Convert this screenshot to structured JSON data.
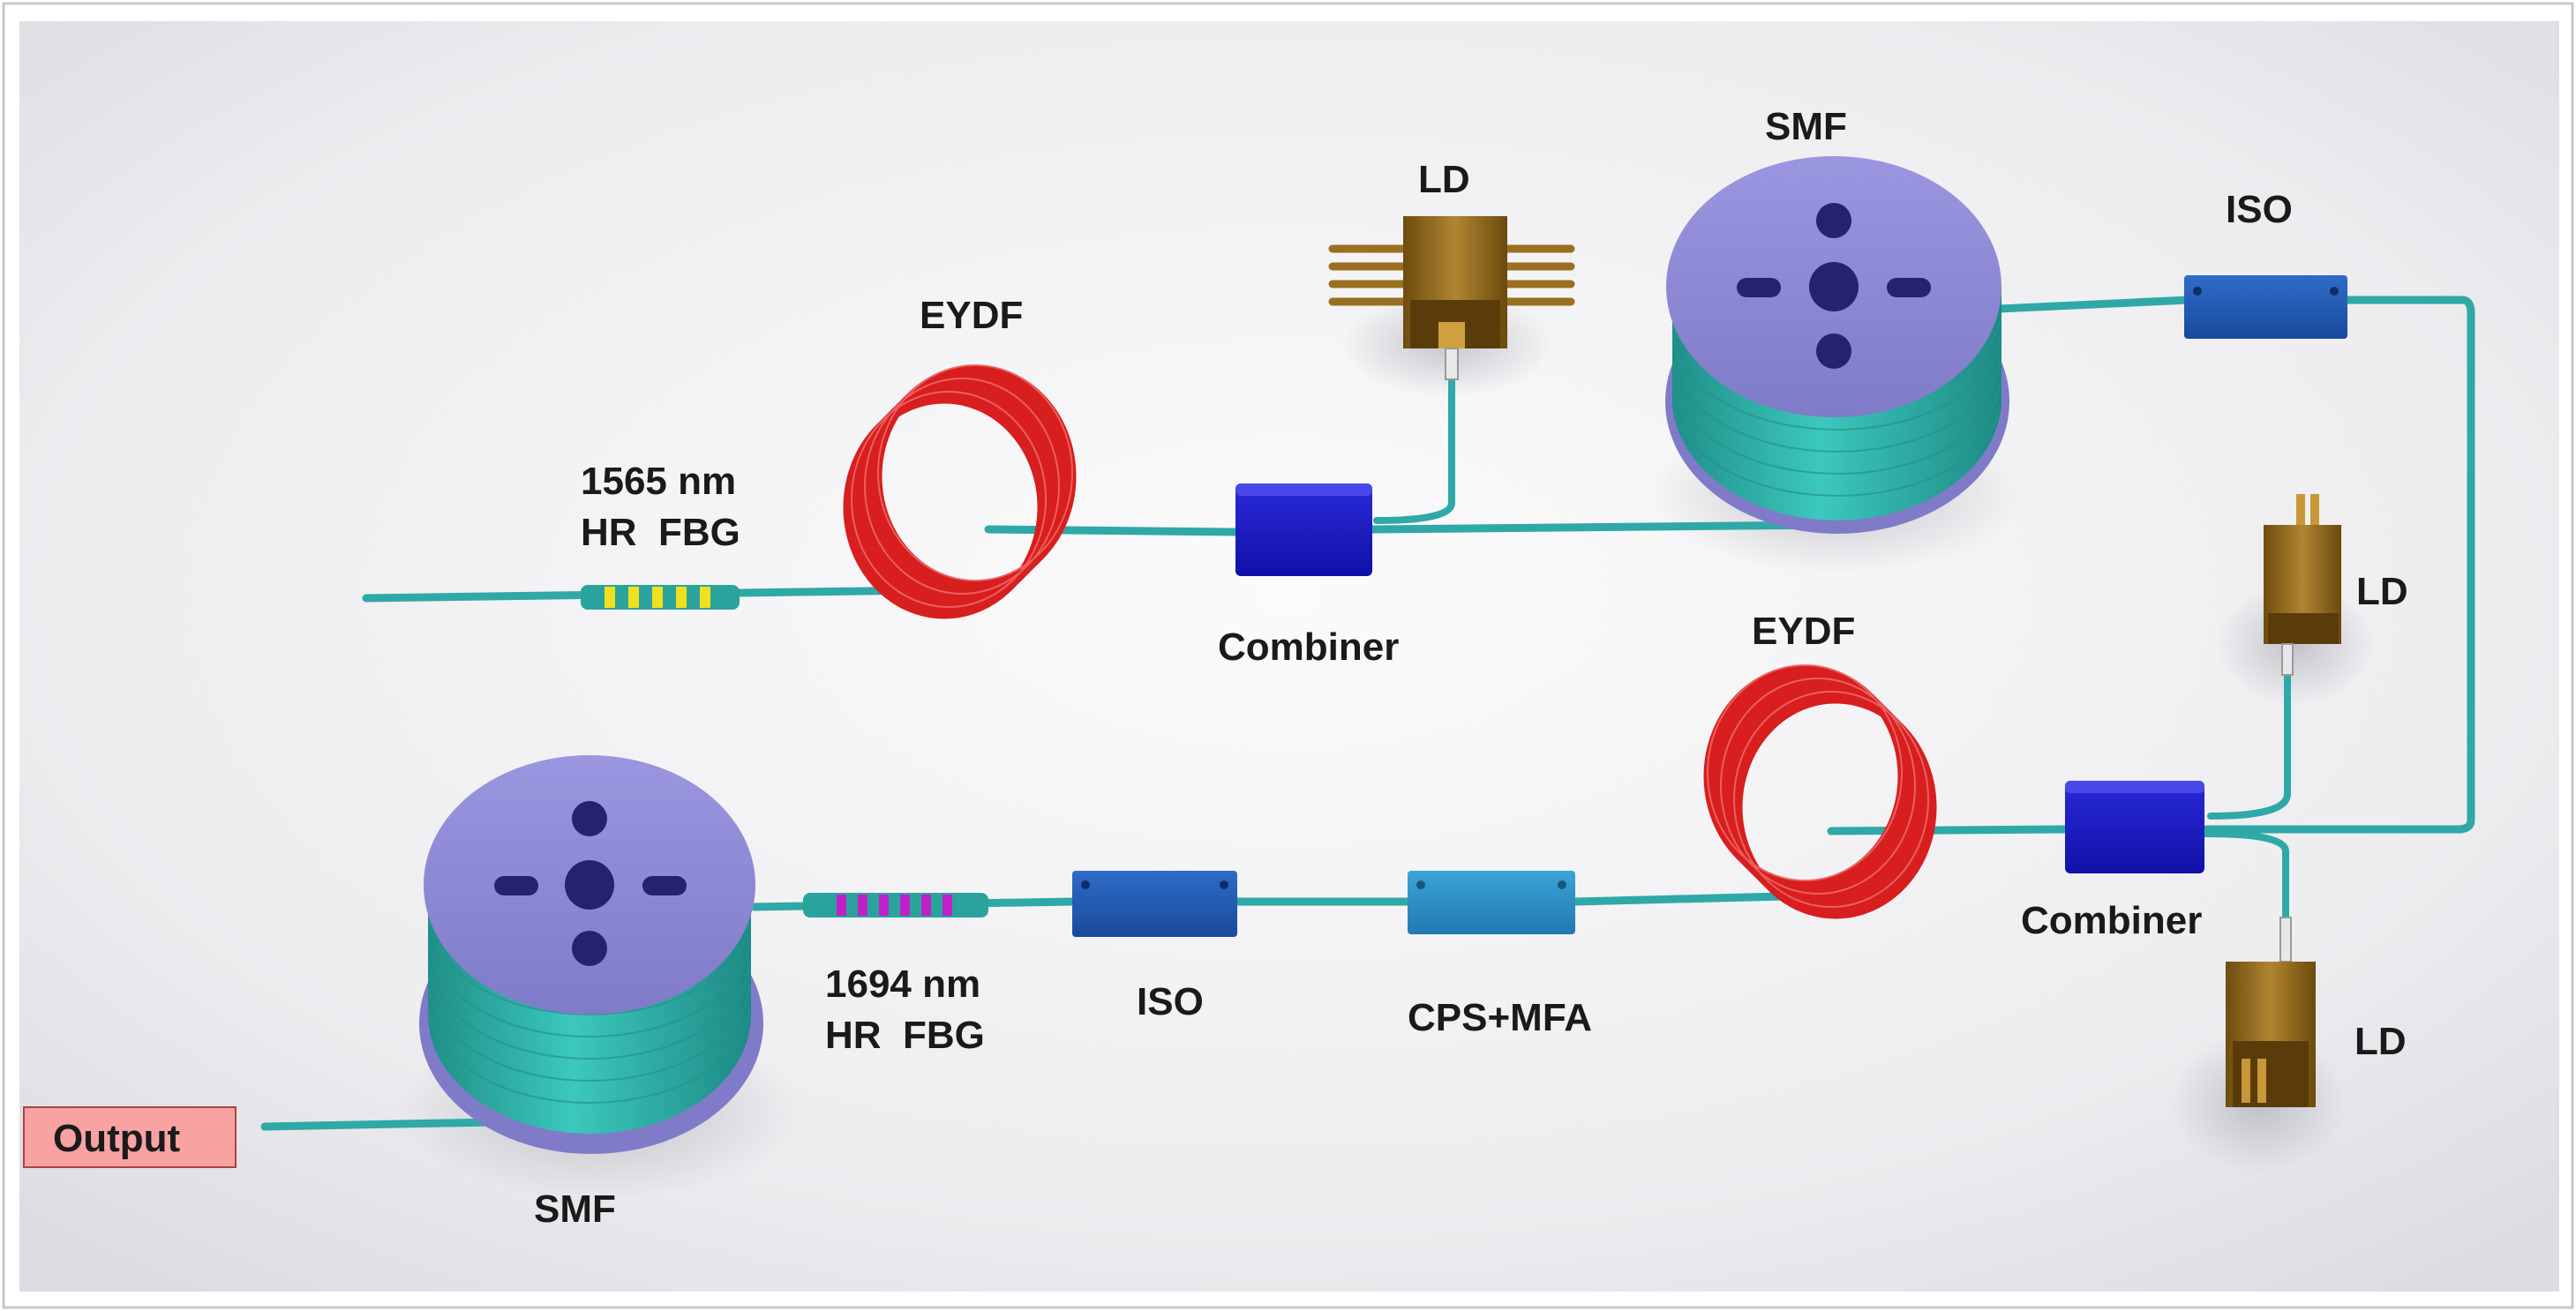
{
  "labels": {
    "fbg_1565_line1": "1565 nm",
    "fbg_1565_line2": "HR  FBG",
    "eydf_top": "EYDF",
    "ld_top": "LD",
    "smf_top": "SMF",
    "iso_top": "ISO",
    "combiner_top": "Combiner",
    "ld_right_upper": "LD",
    "eydf_bottom": "EYDF",
    "combiner_bottom": "Combiner",
    "ld_right_lower": "LD",
    "cps_mfa": "CPS+MFA",
    "iso_bottom": "ISO",
    "fbg_1694_line1": "1694 nm",
    "fbg_1694_line2": "HR  FBG",
    "smf_bottom": "SMF",
    "output": "Output"
  },
  "colors": {
    "fiber": "#2fa8a8",
    "spool_face": "#8d89d6",
    "spool_fiber": "#2bb0a6",
    "eydf_coil": "#d81e1e",
    "combiner": "#1919c4",
    "isolator": "#1e55b4",
    "cps_mfa": "#2a8fc6",
    "laser_diode": "#8c6418",
    "fbg_1565_grating": "#f0e020",
    "fbg_1694_grating": "#c020c8",
    "output_box": "#f8a2a2"
  },
  "icons": {
    "smf": "fiber-spool-icon",
    "eydf": "fiber-coil-icon",
    "ld": "laser-diode-icon",
    "iso": "isolator-icon",
    "combiner": "combiner-icon",
    "cps_mfa": "cps-mfa-icon",
    "fbg": "fiber-bragg-grating-icon"
  }
}
